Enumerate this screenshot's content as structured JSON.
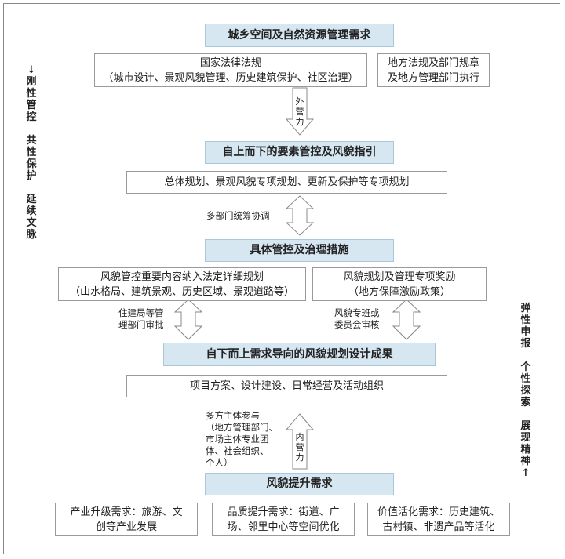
{
  "headers": {
    "h1": "城乡空间及自然资源管理需求",
    "h2": "自上而下的要素管控及风貌指引",
    "h3": "具体管控及治理措施",
    "h4": "自下而上需求导向的风貌规划设计成果",
    "h5": "风貌提升需求"
  },
  "boxes": {
    "national_law": "国家法律法规\n（城市设计、景观风貌管理、历史建筑保护、社区治理）",
    "local_law": "地方法规及部门规章\n及地方管理部门执行",
    "overall_plan": "总体规划、景观风貌专项规划、更新及保护等专项规划",
    "control_content": "风貌管控重要内容纳入法定详细规划\n（山水格局、建筑景观、历史区域、景观道路等）",
    "incentive": "风貌规划及管理专项奖励\n（地方保障激励政策）",
    "project": "项目方案、设计建设、日常经营及活动组织",
    "industry": "产业升级需求：旅游、文\n创等产业发展",
    "quality": "品质提升需求：街道、广\n场、邻里中心等空间优化",
    "value": "价值活化需求：历史建筑、\n古村镇、非遗产品等活化"
  },
  "labels": {
    "external_force": "外\n营\n力",
    "internal_force": "内\n营\n力",
    "multi_dept": "多部门统筹协调",
    "housing_bureau": "住建局等管\n理部门审批",
    "committee": "风貌专班或\n委员会审核",
    "stakeholders": "多方主体参与\n（地方管理部门、\n市场主体专业团\n体、社会组织、\n个人）"
  },
  "side": {
    "left": "↓\n刚\n性\n管\n控\n\n共\n性\n保\n护\n\n延\n续\n文\n脉",
    "right": "弹\n性\n申\n报\n\n个\n性\n探\n索\n\n展\n现\n精\n神\n↑"
  }
}
